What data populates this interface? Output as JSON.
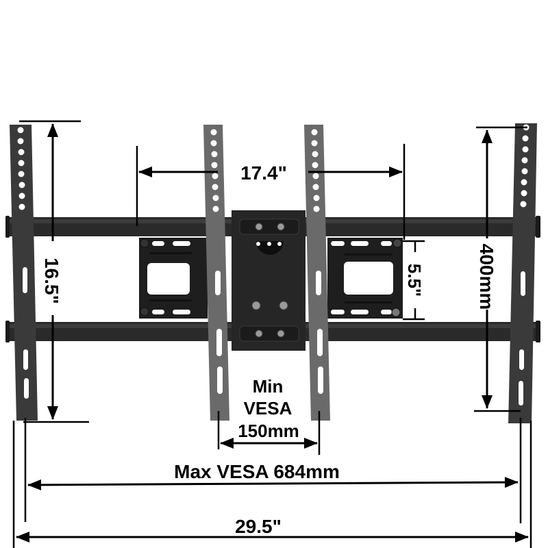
{
  "diagram": {
    "subject": "TV wall mount bracket dimensions",
    "colors": {
      "background": "#ffffff",
      "rail": "#2a2a2a",
      "outer_bracket": "#3a3a3a",
      "inner_bracket": "#6a6a6a",
      "wall_plate": "#1e1e1e",
      "center_plate": "#262626",
      "dimension_line": "#000000",
      "screw": "#9a9a9a"
    },
    "labels": {
      "inner_arm_width": "17.4\"",
      "left_height": "16.5\"",
      "plate_height": "5.5\"",
      "right_height": "400mm",
      "min_vesa_line1": "Min",
      "min_vesa_line2": "VESA",
      "min_vesa_line3": "150mm",
      "max_vesa": "Max VESA 684mm",
      "overall_width": "29.5\""
    }
  }
}
